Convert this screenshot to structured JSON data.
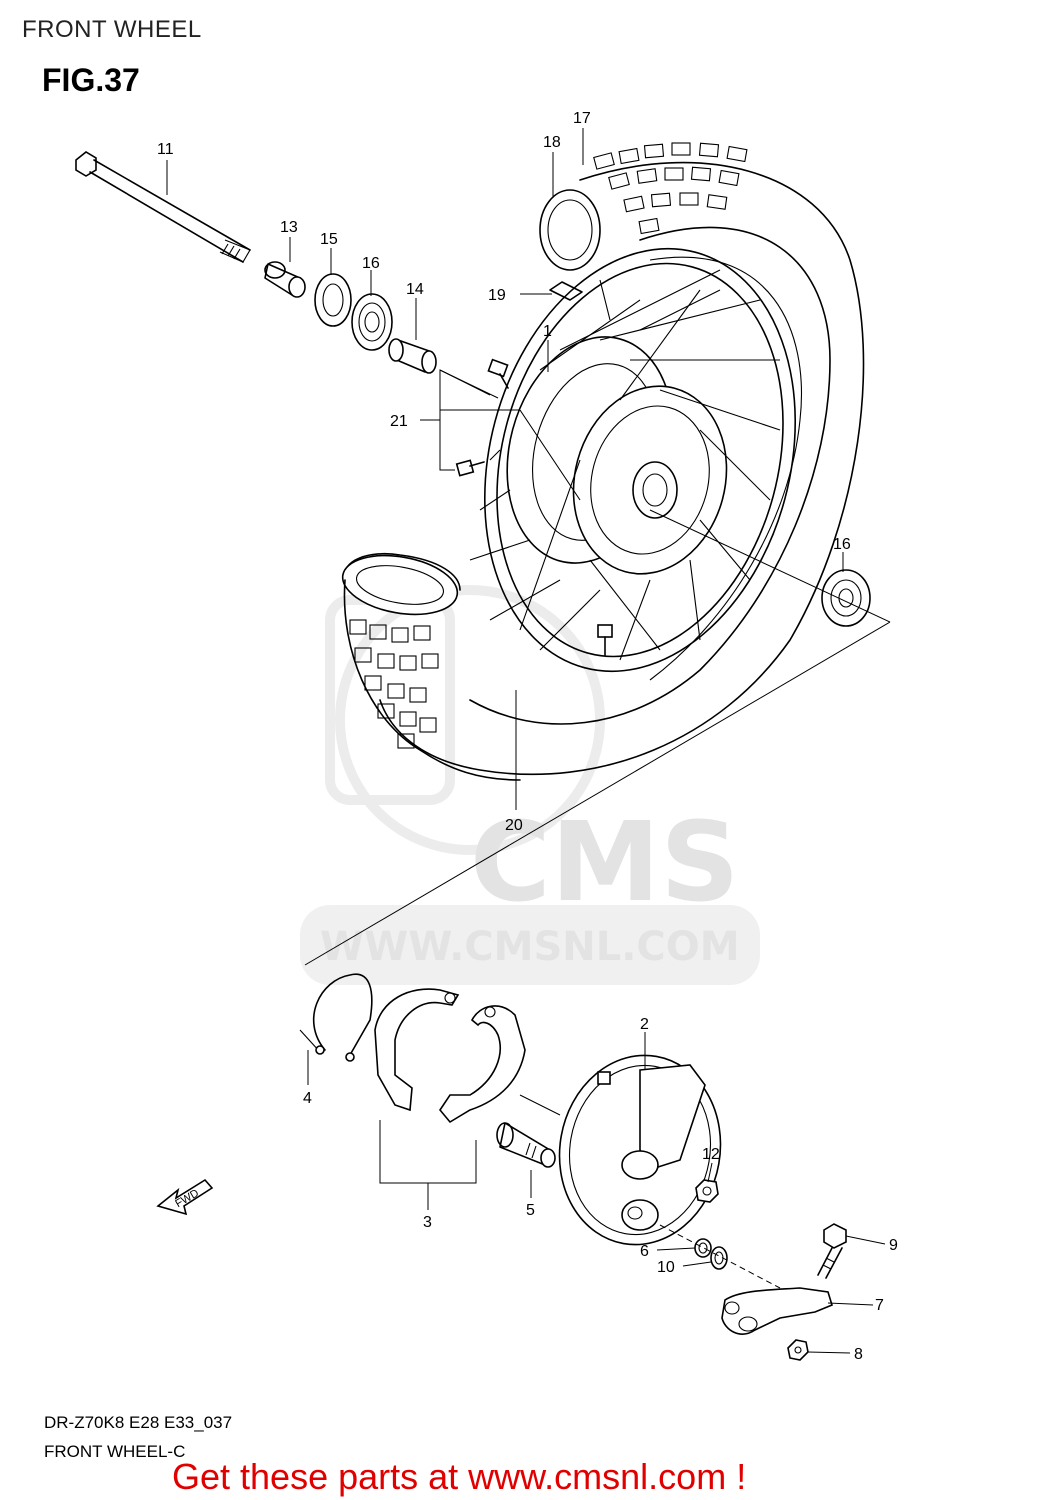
{
  "header": {
    "page_heading": "FRONT WHEEL",
    "figure_title": "FIG.37"
  },
  "callouts": {
    "c1": "1",
    "c2": "2",
    "c3": "3",
    "c4": "4",
    "c5": "5",
    "c6": "6",
    "c7": "7",
    "c8": "8",
    "c9": "9",
    "c10": "10",
    "c11": "11",
    "c12": "12",
    "c13": "13",
    "c14": "14",
    "c15": "15",
    "c16a": "16",
    "c16b": "16",
    "c17": "17",
    "c18": "18",
    "c19": "19",
    "c20": "20",
    "c21": "21"
  },
  "fwd_arrow_label": "FWD",
  "watermark": {
    "logo_text": "CMS",
    "url_text": "WWW.CMSNL.COM"
  },
  "footer": {
    "diagram_code": "DR-Z70K8 E28 E33_037",
    "diagram_name": "FRONT WHEEL-C"
  },
  "banner": {
    "text": "Get these parts at www.cmsnl.com !",
    "color": "#e10000"
  }
}
